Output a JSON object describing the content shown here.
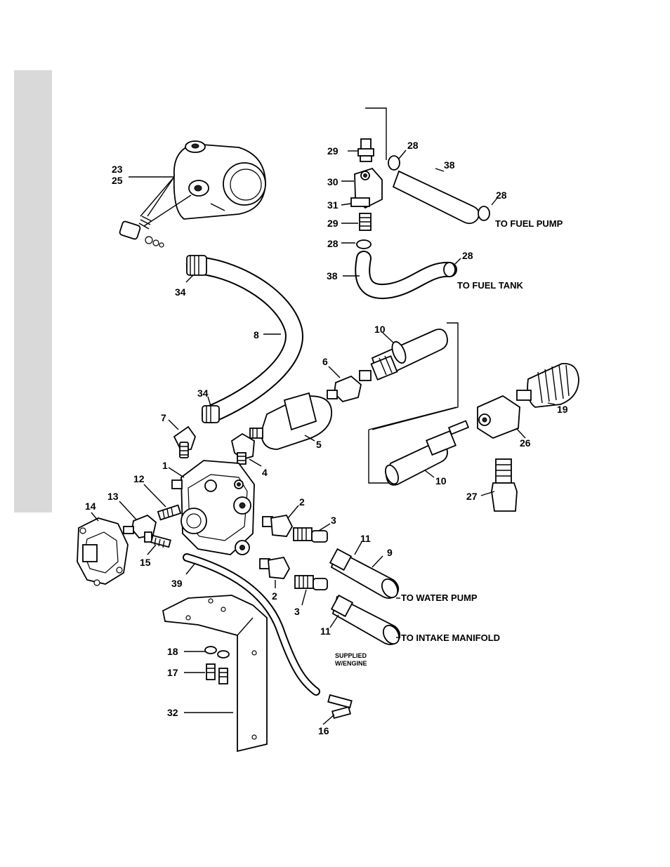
{
  "labels": {
    "l23": "23",
    "l25": "25",
    "l34a": "34",
    "l8": "8",
    "l34b": "34",
    "l7": "7",
    "l1": "1",
    "l12": "12",
    "l13": "13",
    "l14": "14",
    "l15": "15",
    "l39": "39",
    "l4": "4",
    "l5": "5",
    "l6": "6",
    "l10a": "10",
    "l10b": "10",
    "l2a": "2",
    "l2b": "2",
    "l3a": "3",
    "l3b": "3",
    "l11a": "11",
    "l11b": "11",
    "l9": "9",
    "l18": "18",
    "l17": "17",
    "l32": "32",
    "l16": "16",
    "l19": "19",
    "l26": "26",
    "l27": "27",
    "l29a": "29",
    "l29b": "29",
    "l30": "30",
    "l31": "31",
    "l28a": "28",
    "l28b": "28",
    "l28c": "28",
    "l28d": "28",
    "l38a": "38",
    "l38b": "38"
  },
  "notes": {
    "to_fuel_pump": "TO FUEL PUMP",
    "to_fuel_tank": "TO FUEL TANK",
    "to_water_pump": "TO WATER PUMP",
    "to_intake_manifold": "TO INTAKE MANIFOLD",
    "supplied_line1": "SUPPLIED",
    "supplied_line2": "W/ENGINE"
  }
}
